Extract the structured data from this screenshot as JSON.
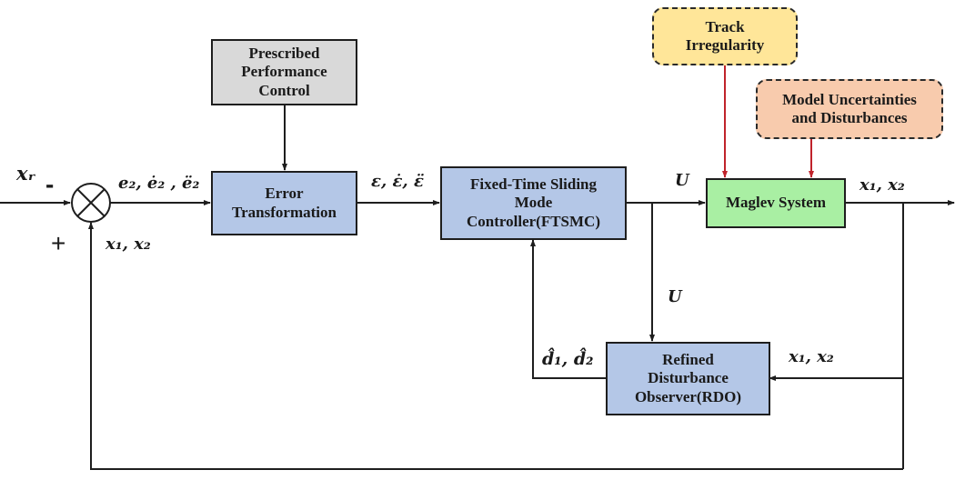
{
  "blocks": {
    "ppc": {
      "label": "Prescribed\nPerformance\nControl",
      "fill": "#d9d9d9"
    },
    "error_transform": {
      "label": "Error\nTransformation",
      "fill": "#b4c7e7"
    },
    "ftsmc": {
      "label": "Fixed-Time Sliding\nMode\nController(FTSMC)",
      "fill": "#b4c7e7"
    },
    "maglev": {
      "label": "Maglev System",
      "fill": "#a9efa3"
    },
    "rdo": {
      "label": "Refined\nDisturbance\nObserver(RDO)",
      "fill": "#b4c7e7"
    },
    "track": {
      "label": "Track\nIrregularity",
      "fill": "#ffe699"
    },
    "uncert": {
      "label": "Model Uncertainties\nand Disturbances",
      "fill": "#f8cbad"
    }
  },
  "signals": {
    "reference": "xᵣ",
    "error": "e₂, ė₂ , ë₂",
    "feedback_sum": "x₁, x₂",
    "epsilon": "ε, ε̇, ε̈",
    "control_top": "U",
    "control_down": "U",
    "output": "x₁, x₂",
    "rdo_input": "x₁, x₂",
    "disturbance_estimate": "d̂₁, d̂₂"
  },
  "summing_junction": {
    "minus": "-",
    "plus": "+"
  },
  "colors": {
    "line": "#1e1e1e",
    "disturbance_arrow": "#c0232b"
  }
}
